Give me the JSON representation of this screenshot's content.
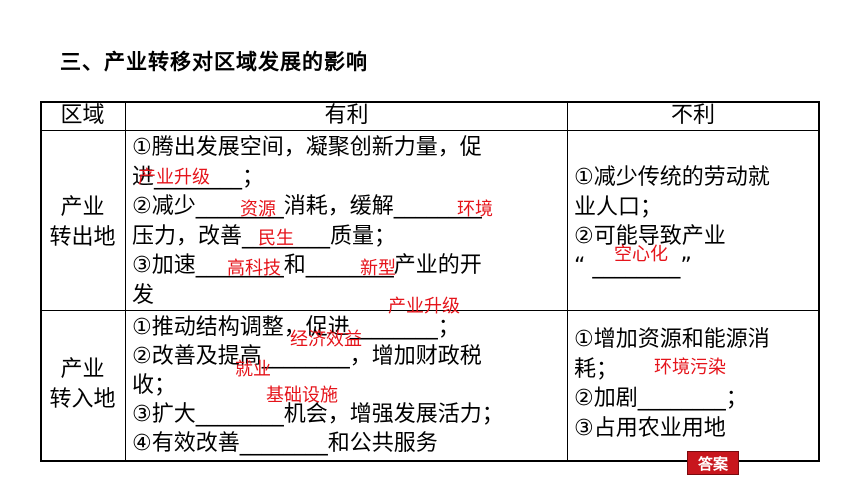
{
  "heading": "三、产业转移对区域发展的影响",
  "table": {
    "headers": [
      "区域",
      "有利",
      "不利"
    ],
    "rows": [
      {
        "region_lines": [
          "产业",
          "转出地"
        ],
        "pros_lines": [
          "①腾出发展空间，凝聚创新力量，促",
          "进________；",
          "②减少________消耗，缓解________",
          "压力，改善________质量；",
          "③加速________和________产业的开",
          "发"
        ],
        "cons_lines": [
          "①减少传统的劳动就",
          "业人口；",
          "②可能导致产业",
          "“ ________”"
        ]
      },
      {
        "region_lines": [
          "产业",
          "转入地"
        ],
        "pros_lines": [
          "①推动结构调整，促进________；",
          "②改善及提高________，增加财政税",
          "收；",
          "③扩大________机会，增强发展活力；",
          "④有效改善________和公共服务"
        ],
        "cons_lines": [
          "①增加资源和能源消",
          "耗；",
          "②加剧________；",
          "③占用农业用地"
        ]
      }
    ]
  },
  "answers": [
    "产业升级",
    "资源",
    "环境",
    "民生",
    "空心化",
    "高科技",
    "新型",
    "产业升级",
    "经济效益",
    "就业",
    "基础设施",
    "环境污染"
  ],
  "answer_button": "答案"
}
